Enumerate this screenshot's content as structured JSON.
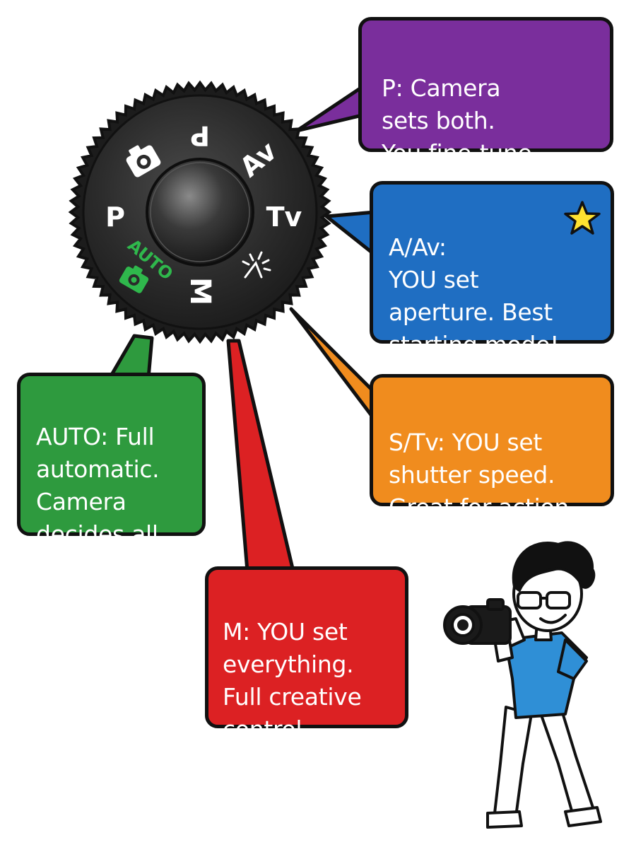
{
  "dial": {
    "labels": {
      "p_top": "P",
      "av": "Av",
      "tv": "Tv",
      "m": "M",
      "p_left": "P",
      "auto": "AUTO"
    }
  },
  "callouts": {
    "p": {
      "text": "P: Camera\nsets both.\nYou fine-tune.",
      "color": "#7a2e9c"
    },
    "av": {
      "text": "A/Av:\nYOU set\naperture. Best\nstarting mode!",
      "color": "#1f6ec2"
    },
    "tv": {
      "text": "S/Tv: YOU set\nshutter speed.\nGreat for action.",
      "color": "#f08c1e"
    },
    "auto": {
      "text": "AUTO: Full\nautomatic.\nCamera\ndecides all.",
      "color": "#2e9a3e"
    },
    "m": {
      "text": "M: YOU set\neverything.\nFull creative\ncontrol.",
      "color": "#dc2123"
    }
  },
  "icons": {
    "star": "star-icon",
    "camera": "camera-icon",
    "scene": "scene-mode-icon",
    "photographer": "photographer-illustration"
  },
  "colors": {
    "dial_body": "#2b2b2b",
    "dial_label": "#ffffff",
    "auto_green": "#2fb84c",
    "outline": "#111111",
    "star_fill": "#ffe230"
  }
}
